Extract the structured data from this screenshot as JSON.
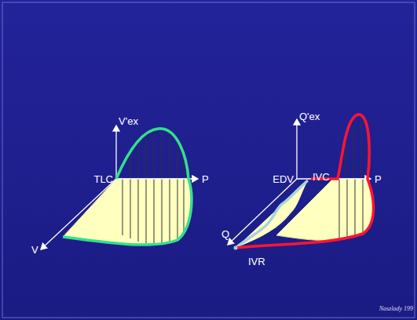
{
  "diagram": {
    "labels": [
      "V'ex",
      "TLC",
      "P",
      "V",
      "Q'ex",
      "EDV",
      "IVC",
      "P",
      "Q",
      "IVR",
      "Naszlady 199"
    ]
  }
}
